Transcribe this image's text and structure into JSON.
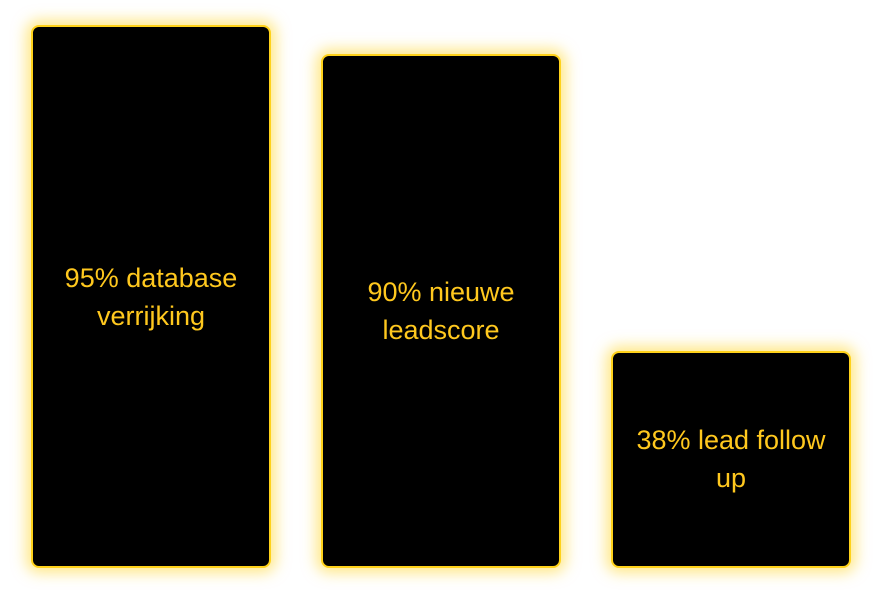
{
  "chart_data": {
    "type": "bar",
    "categories": [
      "database verrijking",
      "nieuwe leadscore",
      "lead follow up"
    ],
    "values": [
      95,
      90,
      38
    ],
    "labels": [
      "95% database verrijking",
      "90% nieuwe leadscore",
      "38% lead follow up"
    ],
    "unit": "%",
    "ylim": [
      0,
      100
    ],
    "title": "",
    "xlabel": "",
    "ylabel": "",
    "grid": false,
    "legend": "none",
    "colors": {
      "bar_fill": "#000000",
      "bar_border": "#ffd21a",
      "bar_glow": "#ffd628",
      "label": "#ffc81e",
      "background": "#ffffff"
    }
  }
}
